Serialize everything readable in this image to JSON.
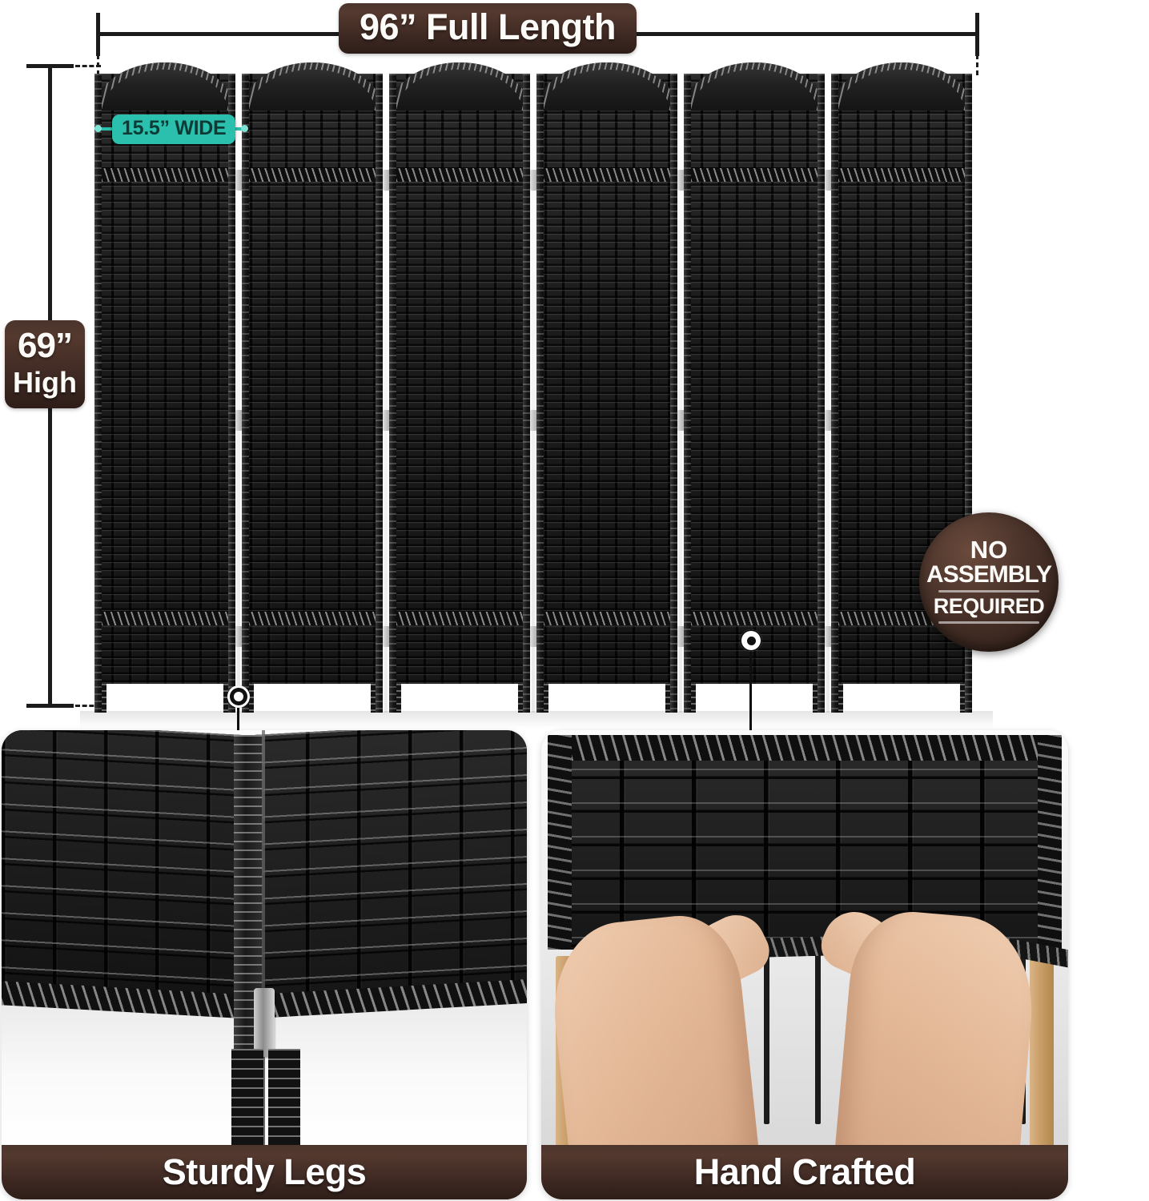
{
  "product": {
    "type": "6-panel arched woven rattan folding room divider",
    "color": "black"
  },
  "dimensions": {
    "length_label": "96” Full Length",
    "height_label_value": "69”",
    "height_label_unit": "High",
    "panel_width_label": "15.5” WIDE"
  },
  "badge": {
    "line1": "NO",
    "line2": "ASSEMBLY",
    "line3": "REQUIRED"
  },
  "cards": [
    {
      "caption": "Sturdy Legs"
    },
    {
      "caption": "Hand Crafted"
    }
  ],
  "colors": {
    "brown_dark": "#2e1d17",
    "brown_mid": "#4a332a",
    "brown_light": "#6a4a3c",
    "teal": "#2bbfad",
    "teal_text": "#0d3b36",
    "panel_black": "#151515",
    "line_black": "#1b1b1b",
    "white": "#ffffff"
  },
  "panels": {
    "count": 6
  }
}
